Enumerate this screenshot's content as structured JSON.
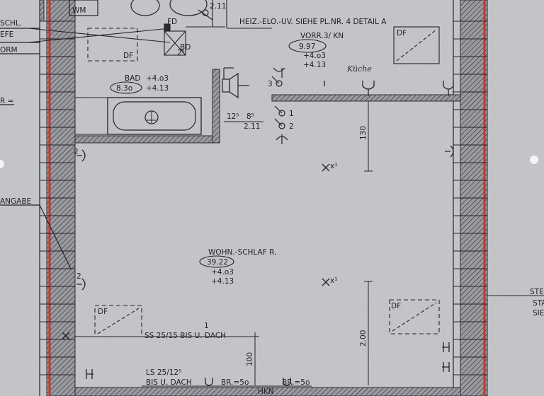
{
  "header": {
    "heating_note": "HEIZ.-ELO.-UV. SIEHE PL.NR. 4 DETAIL A",
    "wm": "WM",
    "fd": "FD",
    "bd": "BD",
    "dim_211_top": "2.11"
  },
  "left_margin": {
    "schl": "SCHL.",
    "efe": "EFE",
    "orm": "ORM",
    "r_eq": "R =",
    "angabe": "ANGABE"
  },
  "right_margin": {
    "ste": "STE",
    "sta": "STA",
    "sie": "SIE"
  },
  "rooms": {
    "bath": {
      "name": "BAD",
      "area": "8.3o",
      "level_top": "+4.o3",
      "level_bottom": "+4.13"
    },
    "storage": {
      "name": "VORR.3/ KN",
      "area": "9.97",
      "level_top": "+4.o3",
      "level_bottom": "+4.13"
    },
    "kitchen": {
      "name": "Küche"
    },
    "living": {
      "name": "WOHN.-SCHLAF R.",
      "area": "39.22",
      "level_top": "+4.o3",
      "level_bottom": "+4.13"
    }
  },
  "labels": {
    "df": "DF",
    "x1": "x¹",
    "dim_130": "130",
    "dim_200": "2.00",
    "dim_100": "100",
    "dim_125": "12⁵",
    "dim_211": "2.11",
    "dim_85": "8⁵",
    "dim_25": "2⁵",
    "switch_1": "1",
    "switch_2": "2",
    "switch_3": "3",
    "tag_2a": "2",
    "tag_2b": "2",
    "tag_1": "1",
    "ss": "SS 25/15  BIS U. DACH",
    "ls": "LS 25/12⁵",
    "ls2": "BIS U. DACH",
    "br1": "BR.=5o",
    "br2": "BR.=5o",
    "hkn": "HKN"
  }
}
